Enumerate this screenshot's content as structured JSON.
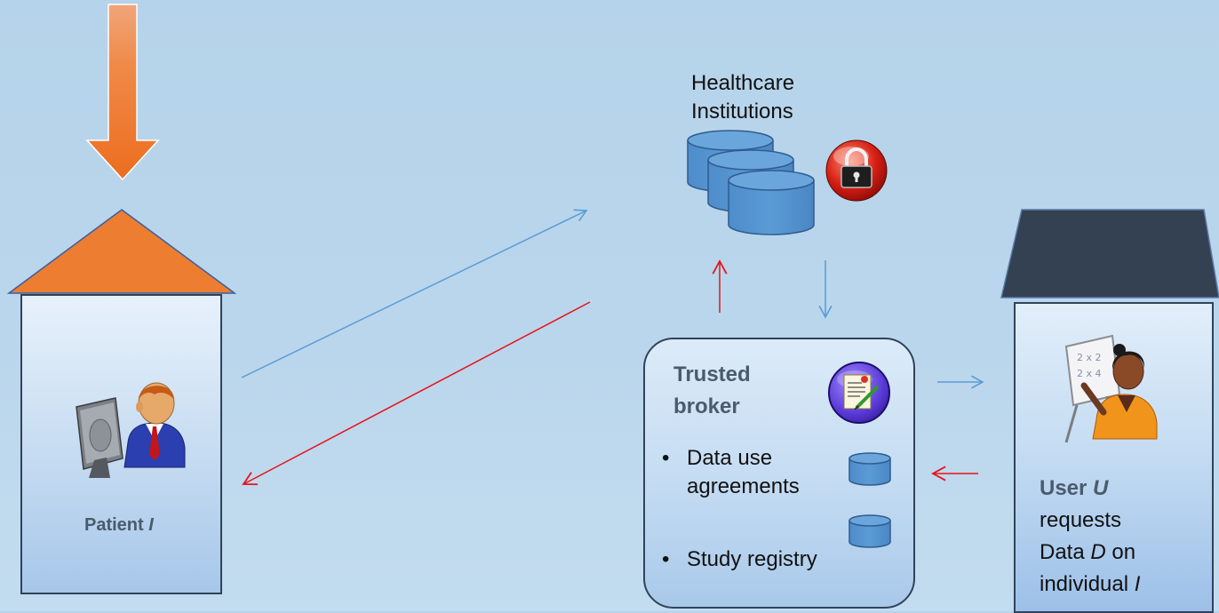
{
  "healthcare": {
    "line1": "Healthcare",
    "line2": "Institutions"
  },
  "patient": {
    "label": "Patient",
    "var": "I"
  },
  "broker": {
    "title_line1": "Trusted",
    "title_line2": "broker",
    "bullets": [
      {
        "text": "Data use agreements"
      },
      {
        "text": "Study registry"
      }
    ],
    "bullet_char": "•"
  },
  "user": {
    "label": "User",
    "var": "U",
    "line2": "requests",
    "line3_pre": "Data",
    "line3_var": "D",
    "line3_post": "on",
    "line4_pre": "individual",
    "line4_var": "I"
  },
  "colors": {
    "orange": "#ed7d31",
    "dark_roof": "#334152",
    "blue_arrow": "#5b9bd5",
    "red_arrow": "#e8131b",
    "db_fill": "#5b9bd5"
  },
  "icons": [
    "down-arrow-icon",
    "database-icon",
    "lock-icon",
    "certificate-icon",
    "patient-computer-icon",
    "teacher-icon"
  ]
}
